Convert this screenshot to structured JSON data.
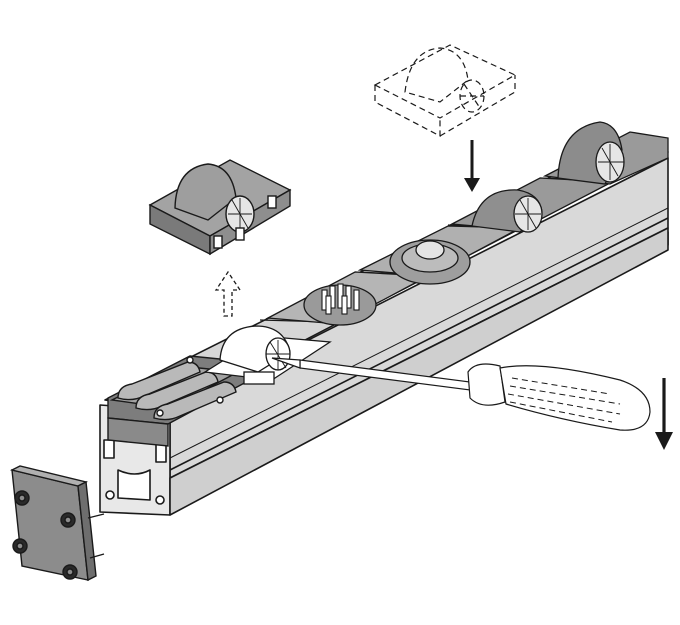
{
  "figure": {
    "kind": "exploded assembly illustration",
    "colors": {
      "outline": "#1a1a1a",
      "dark_gray": "#8c8c8c",
      "mid_gray": "#a8a8a8",
      "light_gray": "#c9c9c9",
      "rail_top": "#d6d6d6",
      "white": "#ffffff"
    },
    "parts": [
      {
        "id": "rail-profile",
        "label": ""
      },
      {
        "id": "roller-insert-in-place",
        "label": ""
      },
      {
        "id": "roller-insert-removed",
        "label": ""
      },
      {
        "id": "roller-insert-ghost",
        "label": ""
      },
      {
        "id": "ball-transfer-insert",
        "label": ""
      },
      {
        "id": "pin-brush-insert",
        "label": ""
      },
      {
        "id": "triple-roller-insert",
        "label": ""
      },
      {
        "id": "end-cap",
        "label": ""
      },
      {
        "id": "screwdriver",
        "label": ""
      }
    ],
    "arrows": [
      {
        "id": "insert-down-arrow",
        "style": "solid",
        "direction": "down"
      },
      {
        "id": "remove-up-arrow",
        "style": "dashed",
        "direction": "up"
      },
      {
        "id": "lever-down-arrow",
        "style": "solid",
        "direction": "down"
      }
    ]
  }
}
